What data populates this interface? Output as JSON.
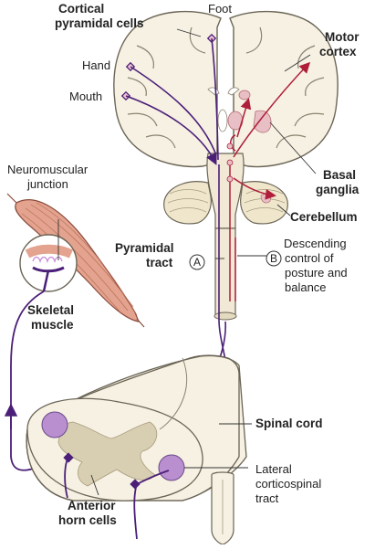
{
  "colors": {
    "tissue": "#f6f1e3",
    "tissue_edge": "#6b6556",
    "tract": "#4b1f78",
    "red_tract": "#b01f3a",
    "nuclei": "#e8bfc4",
    "muscle": "#e3a38e",
    "muscle_edge": "#8a4c3d",
    "gray_matter": "#d8ceb2",
    "lcst": "#b98fd0",
    "junction": "#c78ad8"
  },
  "labels": {
    "cortical_cells": [
      "Cortical",
      "pyramidal cells"
    ],
    "foot": "Foot",
    "hand": "Hand",
    "mouth": "Mouth",
    "motor_cortex": [
      "Motor",
      "cortex"
    ],
    "basal_ganglia": [
      "Basal",
      "ganglia"
    ],
    "cerebellum": "Cerebellum",
    "neuromuscular": [
      "Neuromuscular",
      "junction"
    ],
    "pyramidal_tract": [
      "Pyramidal",
      "tract"
    ],
    "circle_a": "A",
    "circle_b": "B",
    "descending": [
      "Descending",
      "control of",
      "posture and",
      "balance"
    ],
    "skeletal_muscle": [
      "Skeletal",
      "muscle"
    ],
    "spinal_cord": "Spinal cord",
    "lateral_cst": [
      "Lateral",
      "corticospinal",
      "tract"
    ],
    "anterior_horn": [
      "Anterior",
      "horn cells"
    ]
  }
}
